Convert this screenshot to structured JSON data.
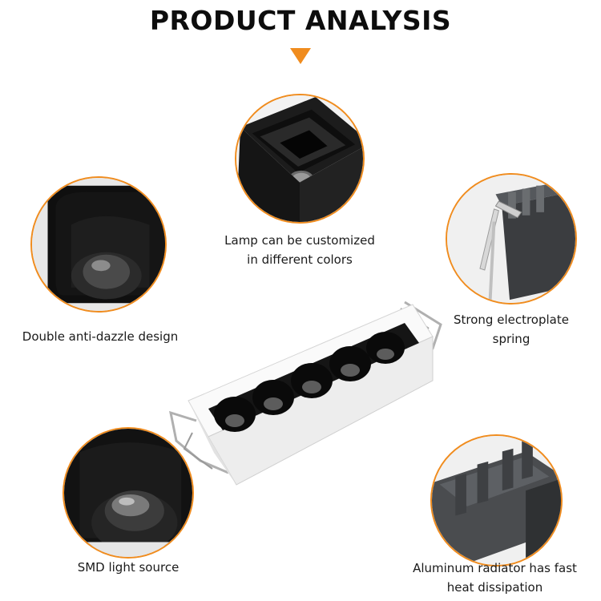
{
  "header": {
    "title": "PRODUCT ANALYSIS"
  },
  "accent_color": "#f08c1e",
  "features": [
    {
      "icon": "lamp-color-closeup",
      "caption_lines": [
        "Lamp can be customized",
        "in different colors"
      ]
    },
    {
      "icon": "anti-dazzle-closeup",
      "caption_lines": [
        "Double anti-dazzle design"
      ]
    },
    {
      "icon": "spring-closeup",
      "caption_lines": [
        "Strong electroplate",
        "spring"
      ]
    },
    {
      "icon": "smd-led-closeup",
      "caption_lines": [
        "SMD light source"
      ]
    },
    {
      "icon": "radiator-closeup",
      "caption_lines": [
        "Aluminum radiator has fast",
        "heat dissipation"
      ]
    }
  ]
}
